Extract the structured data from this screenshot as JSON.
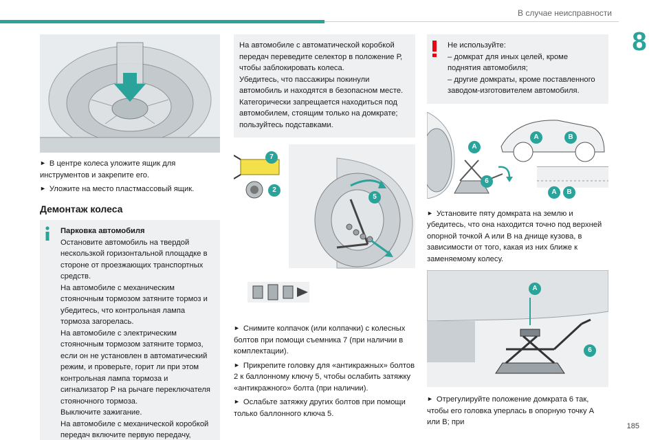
{
  "header": {
    "title": "В случае неисправности",
    "chapter": "8",
    "page_number": "185"
  },
  "col1": {
    "bullets": [
      "В центре колеса уложите ящик для инструментов и закрепите его.",
      "Уложите на место пластмассовый ящик."
    ],
    "section_title": "Демонтаж колеса",
    "info_box": {
      "title": "Парковка автомобиля",
      "paragraphs": [
        "Остановите автомобиль на твердой нескользкой горизонтальной площадке в стороне от проезжающих транспортных средств.",
        "На автомобиле с механическим стояночным тормозом затяните тормоз и убедитесь, что контрольная лампа тормоза загорелась.",
        "На автомобиле с электрическим стояночным тормозом затяните тормоз, если он не установлен в автоматический режим, и проверьте, горит ли при этом контрольная лампа тормоза и сигнализатор Р на рычаге переключателя стояночного тормоза.",
        "Выключите зажигание.",
        "На автомобиле с механической коробкой передач включите первую передачу, чтобы заблокировать колеса."
      ]
    }
  },
  "col2": {
    "box_paragraphs": [
      "На автомобиле с автоматической коробкой передач переведите селектор в положение Р, чтобы заблокировать колеса.",
      "Убедитесь, что пассажиры покинули автомобиль и находятся в безопасном месте.",
      "Категорически запрещается находиться под автомобилем, стоящим только на домкрате; пользуйтесь подставками."
    ],
    "callouts": [
      "7",
      "2",
      "5"
    ],
    "bullets": [
      "Снимите колпачок (или колпачки) с колесных болтов при помощи съемника 7 (при наличии в комплектации).",
      "Прикрепите головку для «антикражных» болтов 2 к баллонному ключу 5, чтобы ослабить затяжку «антикражного» болта (при наличии).",
      "Ослабьте затяжку других болтов при помощи только баллонного ключа 5."
    ]
  },
  "col3": {
    "warn_box": {
      "title": "Не используйте:",
      "items": [
        "– домкрат для иных целей, кроме поднятия автомобиля;",
        "– другие домкраты, кроме поставленного заводом-изготовителем автомобиля."
      ]
    },
    "callouts_top": [
      "A",
      "A",
      "B",
      "6",
      "A",
      "B"
    ],
    "bullet1": "Установите пяту домкрата на землю и убедитесь, что она находится точно под верхней опорной точкой A или B на днище кузова, в зависимости от того, какая из них ближе к заменяемому колесу.",
    "callouts_bottom": [
      "A",
      "6"
    ],
    "bullet2": "Отрегулируйте положение домкрата 6 так, чтобы его головка уперлась в опорную точку A или B; при"
  },
  "colors": {
    "accent": "#2aa39a",
    "box_bg": "#eef0f1",
    "warning": "#e30613",
    "info": "#2aa39a"
  }
}
